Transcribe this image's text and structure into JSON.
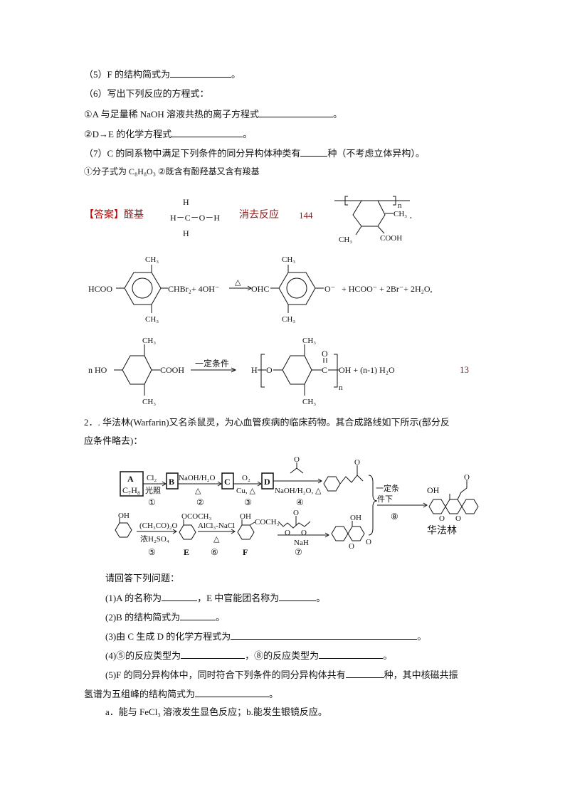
{
  "part1": {
    "q5": {
      "before": "（5）F 的结构简式为",
      "after": "。"
    },
    "q6": {
      "text": "（6）写出下列反应的方程式："
    },
    "q6_1": {
      "before": "①A 与足量稀 NaOH 溶液共热的离子方程式",
      "after": "。"
    },
    "q6_2": {
      "before": "②D→E 的化学方程式",
      "after": "。"
    },
    "q7": {
      "before": "（7）C 的同系物中满足下列条件的同分异构体种类有",
      "after": "种（不考虑立体异构）。"
    },
    "q7_cond": {
      "text": "①分子式为 C₈H₈O₃ ②既含有酚羟基又含有羧基"
    }
  },
  "answer": {
    "label": "【答案】",
    "a1": "醛基",
    "methanol": {
      "h_top": "H",
      "row": "H－C－O－H",
      "h_bottom": "H"
    },
    "a3": "消去反应",
    "a4": "144",
    "polymer": {
      "n": "n",
      "ch3_right": "CH₃",
      "ch3_left": "CH₃",
      "cooh": "COOH",
      "comma": ","
    },
    "eq1": {
      "hcoo": "HCOO",
      "chbr2": "CHBr₂+ 4OH⁻",
      "ch3_top": "CH₃",
      "ch3_bottom": "CH₃",
      "condition": "△",
      "ohc": "OHC",
      "o_minus": "O⁻",
      "ch3_top2": "CH₃",
      "ch3_bottom2": "CH₃",
      "products": "+ HCOO⁻ + 2Br⁻+ 2H₂O,"
    },
    "eq2": {
      "n_ho": "n  HO",
      "cooh": "COOH",
      "ch3_top": "CH₃",
      "ch3_bottom": "CH₃",
      "condition": "一定条件",
      "h": "H",
      "o": "O",
      "c": "C",
      "carbonyl_o": "O",
      "n": "n",
      "oh_rest": "OH + (n-1) H₂O",
      "ch3_top2": "CH₃",
      "ch3_bottom2": "CH₃"
    },
    "a7": "13"
  },
  "part2": {
    "intro_line1": "2．. 华法林(Warfarin)又名杀鼠灵，为心血管疾病的临床药物。其合成路线如下所示(部分反",
    "intro_line2": "应条件略去)：",
    "scheme": {
      "a_label": "A",
      "a_formula": "C₇H₈",
      "b": "B",
      "c": "C",
      "d": "D",
      "s1_top": "Cl₂",
      "s1_bottom": "光照",
      "s1_num": "①",
      "s2_top": "NaOH/H₂O",
      "s2_bottom": "△",
      "s2_num": "②",
      "s3_top": "O₂",
      "s3_bottom": "Cu, △",
      "s3_num": "③",
      "s4_bottom": "NaOH/H₂O, △",
      "s4_num": "④",
      "acetone_o": "O",
      "enone_o": "O",
      "s8_top1": "一定条",
      "s8_top2": "件下",
      "s8_num": "⑧",
      "warfarin_oh": "OH",
      "warfarin_o_top": "O",
      "warfarin_o1": "O",
      "warfarin_o2": "O",
      "warfarin_name": "华法林",
      "phenol_oh": "OH",
      "s5_top": "(CH₃CO)₂O",
      "s5_bottom": "浓H₂SO₄",
      "s5_num": "⑤",
      "e_group": "OCOCH₃",
      "e_label": "E",
      "s6_top": "AlCl₃-NaCl",
      "s6_bottom": "△",
      "s6_num": "⑥",
      "f_oh": "OH",
      "f_group": "COCH₃",
      "f_label": "F",
      "carbonate_o_top": "O",
      "carbonate_o1": "O",
      "carbonate_o2": "O",
      "s7_bottom": "NaH",
      "s7_num": "⑦",
      "coumarin_oh": "OH",
      "coumarin_o1": "O",
      "coumarin_o2": "O"
    },
    "prompt": "请回答下列问题：",
    "q1": {
      "before": "(1)A 的名称为",
      "mid": "，E 中官能团名称为",
      "after": "。"
    },
    "q2": {
      "before": "(2)B 的结构简式为",
      "after": "。"
    },
    "q3": {
      "before": "(3)由 C 生成 D 的化学方程式为",
      "after": "。"
    },
    "q4": {
      "before": "(4)⑤的反应类型为",
      "mid": "，⑧的反应类型为",
      "after": "。"
    },
    "q5": {
      "before": "(5)F 的同分异构体中，同时符合下列条件的同分异构体共有",
      "after": "种，其中核磁共振"
    },
    "q5_line2": {
      "before": "氢谱为五组峰的结构简式为",
      "after": "。"
    },
    "q5_cond": "a．能与 FeCl₃ 溶液发生显色反应；b.能发生银镜反应。"
  }
}
